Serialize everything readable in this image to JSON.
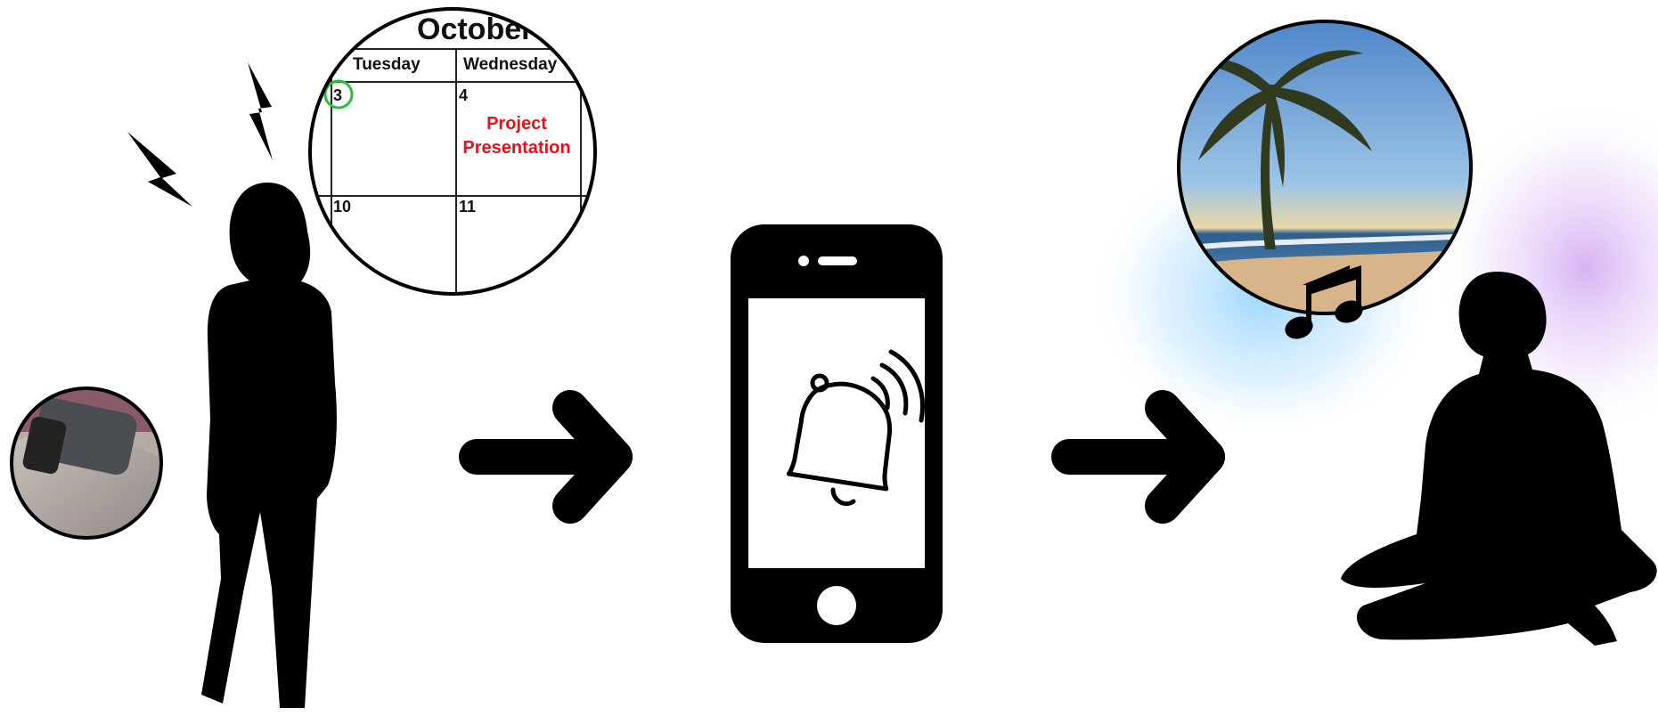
{
  "calendar": {
    "month": "October",
    "day_headers": [
      "Tuesday",
      "Wednesday"
    ],
    "dates": [
      "3",
      "4",
      "10",
      "11"
    ],
    "event_line1": "Project",
    "event_line2": "Presentation"
  },
  "colors": {
    "silhouette": "#000000",
    "event_text": "#e8101a",
    "today_ring": "#22c23a",
    "glow_blue": "#7cc8ff",
    "glow_purple": "#c99af0"
  },
  "icons": [
    "wristband-photo",
    "stress-bolt-icon",
    "woman-silhouette",
    "arrow-right-icon",
    "smartphone-icon",
    "bell-ringing-icon",
    "beach-photo",
    "music-note-icon",
    "meditation-silhouette"
  ]
}
